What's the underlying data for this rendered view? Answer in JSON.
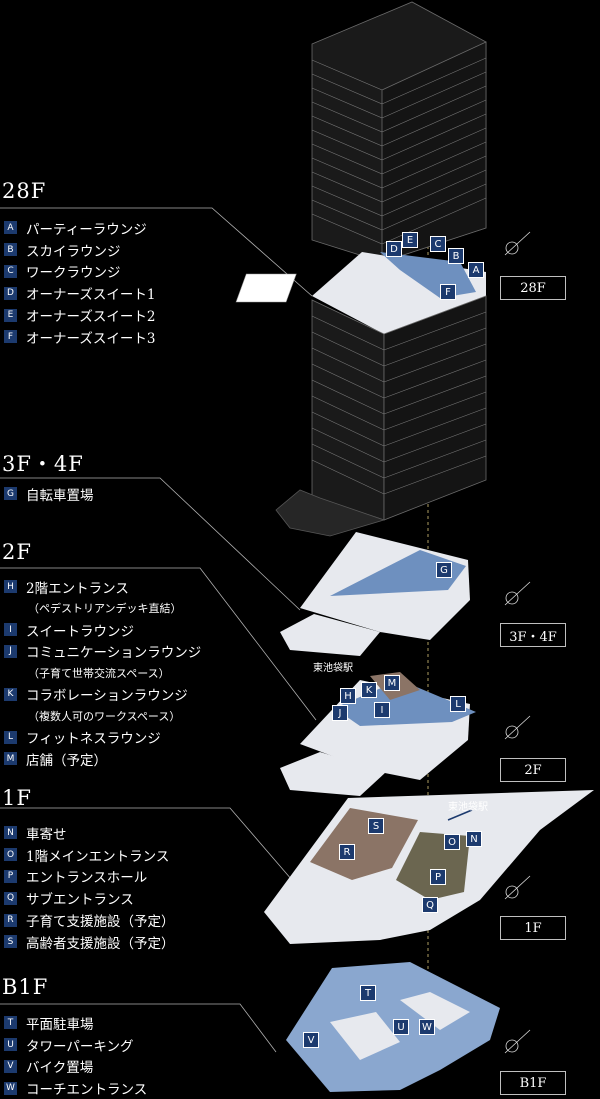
{
  "floors": [
    {
      "title": "28F",
      "items": [
        {
          "key": "A",
          "label": "パーティーラウンジ"
        },
        {
          "key": "B",
          "label": "スカイラウンジ"
        },
        {
          "key": "C",
          "label": "ワークラウンジ"
        },
        {
          "key": "D",
          "label": "オーナーズスイート1"
        },
        {
          "key": "E",
          "label": "オーナーズスイート2"
        },
        {
          "key": "F",
          "label": "オーナーズスイート3"
        }
      ]
    },
    {
      "title": "3F・4F",
      "items": [
        {
          "key": "G",
          "label": "自転車置場"
        }
      ]
    },
    {
      "title": "2F",
      "items": [
        {
          "key": "H",
          "label": "2階エントランス",
          "sub": "（ペデストリアンデッキ直結）"
        },
        {
          "key": "I",
          "label": "スイートラウンジ"
        },
        {
          "key": "J",
          "label": "コミュニケーションラウンジ",
          "sub": "（子育て世帯交流スペース）"
        },
        {
          "key": "K",
          "label": "コラボレーションラウンジ",
          "sub": "（複数人可のワークスペース）"
        },
        {
          "key": "L",
          "label": "フィットネスラウンジ"
        },
        {
          "key": "M",
          "label": "店舗（予定）"
        }
      ]
    },
    {
      "title": "1F",
      "items": [
        {
          "key": "N",
          "label": "車寄せ"
        },
        {
          "key": "O",
          "label": "1階メインエントランス"
        },
        {
          "key": "P",
          "label": "エントランスホール"
        },
        {
          "key": "Q",
          "label": "サブエントランス"
        },
        {
          "key": "R",
          "label": "子育て支援施設（予定）"
        },
        {
          "key": "S",
          "label": "高齢者支援施設（予定）"
        }
      ]
    },
    {
      "title": "B1F",
      "items": [
        {
          "key": "T",
          "label": "平面駐車場"
        },
        {
          "key": "U",
          "label": "タワーパーキング"
        },
        {
          "key": "V",
          "label": "バイク置場"
        },
        {
          "key": "W",
          "label": "コーチエントランス"
        }
      ]
    }
  ],
  "floor_labels": [
    "28F",
    "3F・4F",
    "2F",
    "1F",
    "B1F"
  ],
  "station_label": "東池袋駅",
  "map_markers": [
    "A",
    "B",
    "C",
    "D",
    "E",
    "F",
    "G",
    "H",
    "I",
    "J",
    "K",
    "L",
    "M",
    "N",
    "O",
    "P",
    "Q",
    "R",
    "S",
    "T",
    "U",
    "V",
    "W"
  ],
  "colors": {
    "marker": "#1c3a6e",
    "highlight": "#6e90bf",
    "floor": "#e7e9ee",
    "b1": "#8aa7cf",
    "accent_brown": "#8b7466",
    "accent_olive": "#6b6650"
  },
  "icons": [
    "compass-icon"
  ]
}
